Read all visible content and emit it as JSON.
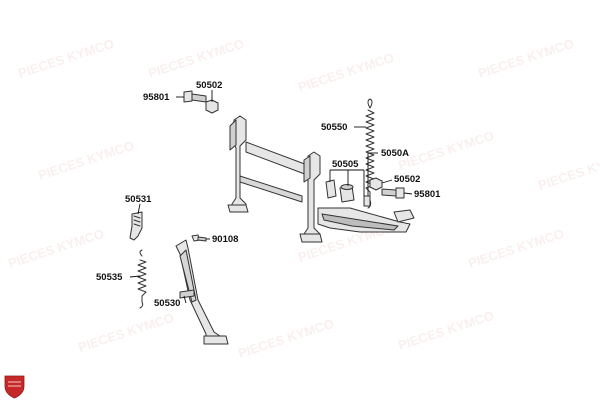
{
  "diagram": {
    "part_numbers": {
      "p95801_top": "95801",
      "p50502_top": "50502",
      "p50550": "50550",
      "p50505": "50505",
      "p5050A": "5050A",
      "p50502_right": "50502",
      "p95801_right": "95801",
      "p50531": "50531",
      "p90108": "90108",
      "p50535": "50535",
      "p50530": "50530"
    },
    "watermark": "PIECES KYMCO",
    "colors": {
      "part_fill": "#e6e6e6",
      "part_shade": "#bdbdbd",
      "outline": "#333333",
      "label": "#111111",
      "watermark": "#e9a8a8",
      "logo_red": "#c62828"
    }
  }
}
